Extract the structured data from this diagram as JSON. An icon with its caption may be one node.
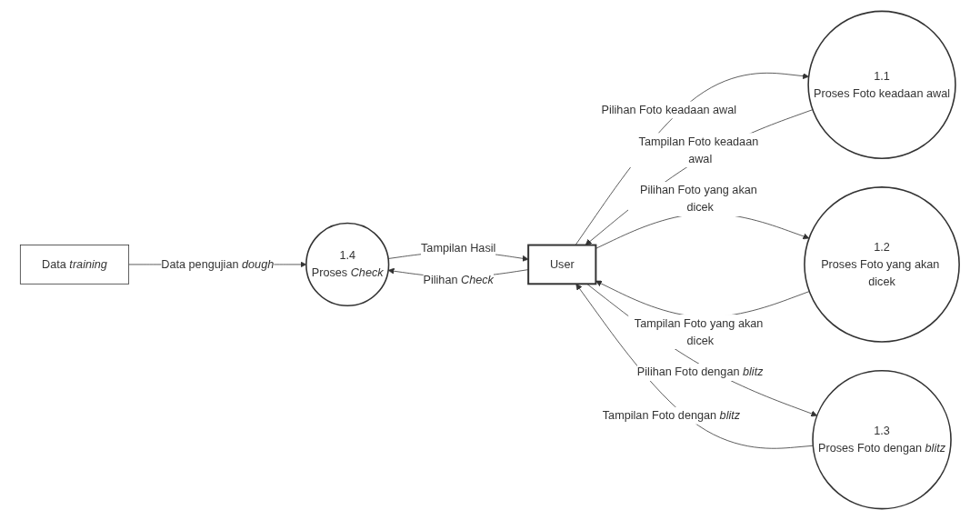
{
  "diagram": {
    "nodes": [
      {
        "text": [
          "Data *training*"
        ]
      },
      {
        "text": [
          "User"
        ]
      },
      {
        "text": [
          "1.1",
          "Proses Foto keadaan awal"
        ]
      },
      {
        "text": [
          "1.2",
          "Proses Foto yang akan dicek"
        ]
      },
      {
        "text": [
          "1.3",
          "Proses Foto dengan *blitz*"
        ]
      },
      {
        "text": [
          "1.4",
          "Proses *Check*"
        ]
      }
    ],
    "edges": [
      {
        "from": 0,
        "to": 5,
        "arrow": "to",
        "label": "Data pengujian *dough*"
      },
      {
        "from": 5,
        "to": 1,
        "arrow": "to",
        "label": "Tampilan Hasil"
      },
      {
        "from": 1,
        "to": 5,
        "arrow": "to",
        "label": "Pilihan *Check*"
      },
      {
        "from": 1,
        "to": 2,
        "arrow": "to",
        "label": "Pilihan Foto keadaan awal"
      },
      {
        "from": 2,
        "to": 1,
        "arrow": "to",
        "label": "Tampilan Foto keadaan awal"
      },
      {
        "from": 1,
        "to": 3,
        "arrow": "to",
        "label": "Pilihan Foto yang akan dicek"
      },
      {
        "from": 3,
        "to": 1,
        "arrow": "to",
        "label": "Tampilan Foto yang akan dicek"
      },
      {
        "from": 4,
        "to": 1,
        "arrow": "to",
        "label": "Tampilan Foto dengan *blitz*"
      },
      {
        "from": 1,
        "to": 4,
        "arrow": "to",
        "label": "Pilihan Foto dengan *blitz*"
      }
    ]
  }
}
